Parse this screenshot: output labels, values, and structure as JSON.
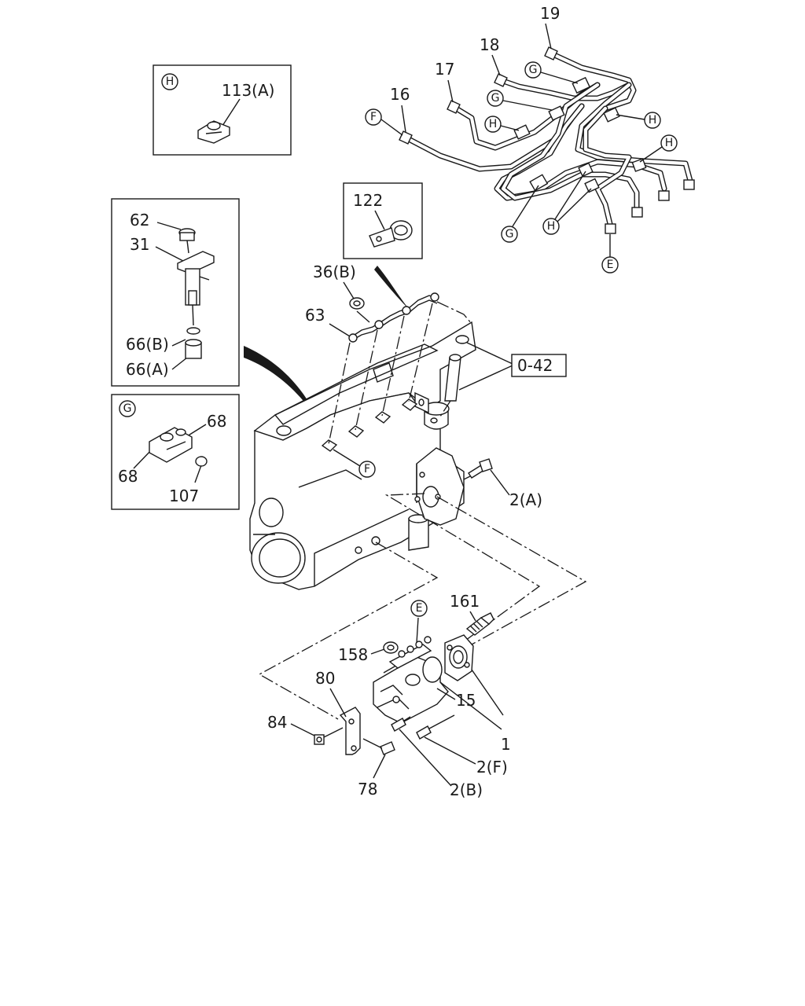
{
  "diagram": {
    "reference_box": "0-42",
    "insets": {
      "h": {
        "circle": "H",
        "part": "113(A)"
      },
      "nozzle": {
        "parts": [
          "62",
          "31",
          "66(B)",
          "66(A)"
        ]
      },
      "g": {
        "circle": "G",
        "parts": [
          "68",
          "68",
          "107"
        ]
      },
      "clamp": {
        "part": "122"
      }
    },
    "part_labels": {
      "p19": "19",
      "p18": "18",
      "p17": "17",
      "p16": "16",
      "p36b": "36(B)",
      "p63": "63",
      "p2a": "2(A)",
      "p161": "161",
      "p158": "158",
      "p80": "80",
      "p15": "15",
      "p1": "1",
      "p84": "84",
      "p2f": "2(F)",
      "p78": "78",
      "p2b": "2(B)"
    },
    "circle_labels": {
      "f_top": "F",
      "f_mid": "F",
      "g1": "G",
      "g2": "G",
      "g3": "G",
      "h1": "H",
      "h2": "H",
      "h3": "H",
      "h4": "H",
      "e_top": "E",
      "e_pump": "E"
    }
  }
}
